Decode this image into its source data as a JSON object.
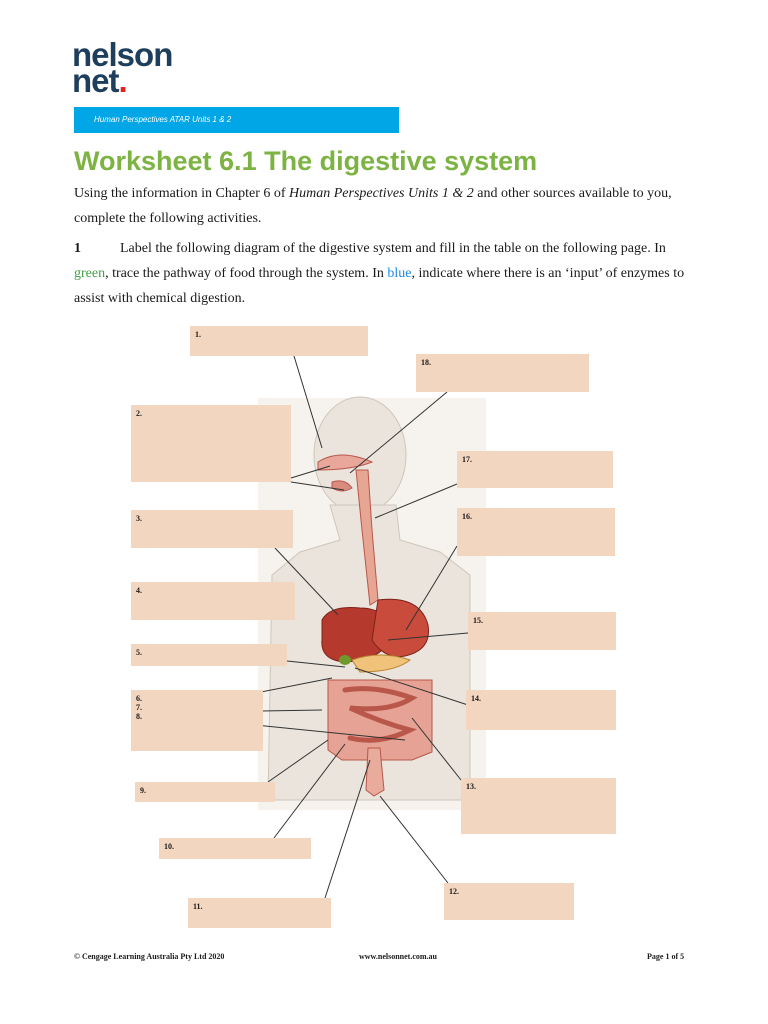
{
  "logo": {
    "line1": "nelson",
    "line2": "net",
    "dot": "."
  },
  "banner": {
    "text": "Human Perspectives ATAR Units 1 & 2"
  },
  "title": "Worksheet 6.1 The digestive system",
  "intro": {
    "before": "Using the information in Chapter 6 of ",
    "italic": "Human Perspectives Units 1 & 2",
    "after": " and other sources available to you, complete the following activities."
  },
  "question": {
    "number": "1",
    "part1": "Label the following diagram of the digestive system and fill in the table on the following page. In ",
    "green": "green",
    "part2": ", trace the pathway of food through the system. In ",
    "blue": "blue",
    "part3": ", indicate where there is an ‘input’ of enzymes to assist with chemical digestion."
  },
  "labels": {
    "l1": "1.",
    "l2": "2.",
    "l3": "3.",
    "l4": "4.",
    "l5": "5.",
    "l6": "6.",
    "l7": "7.",
    "l8": "8.",
    "l9": "9.",
    "l10": "10.",
    "l11": "11.",
    "l12": "12.",
    "l13": "13.",
    "l14": "14.",
    "l15": "15.",
    "l16": "16.",
    "l17": "17.",
    "l18": "18."
  },
  "footer": {
    "copyright": "© Cengage Learning Australia Pty Ltd 2020",
    "website": "www.nelsonnet.com.au",
    "page": "Page 1 of 5"
  },
  "colors": {
    "title": "#7cb342",
    "banner": "#00a6e6",
    "label_box": "#f3d6c0",
    "logo": "#1d3e5c",
    "logo_dot": "#e2231a"
  }
}
